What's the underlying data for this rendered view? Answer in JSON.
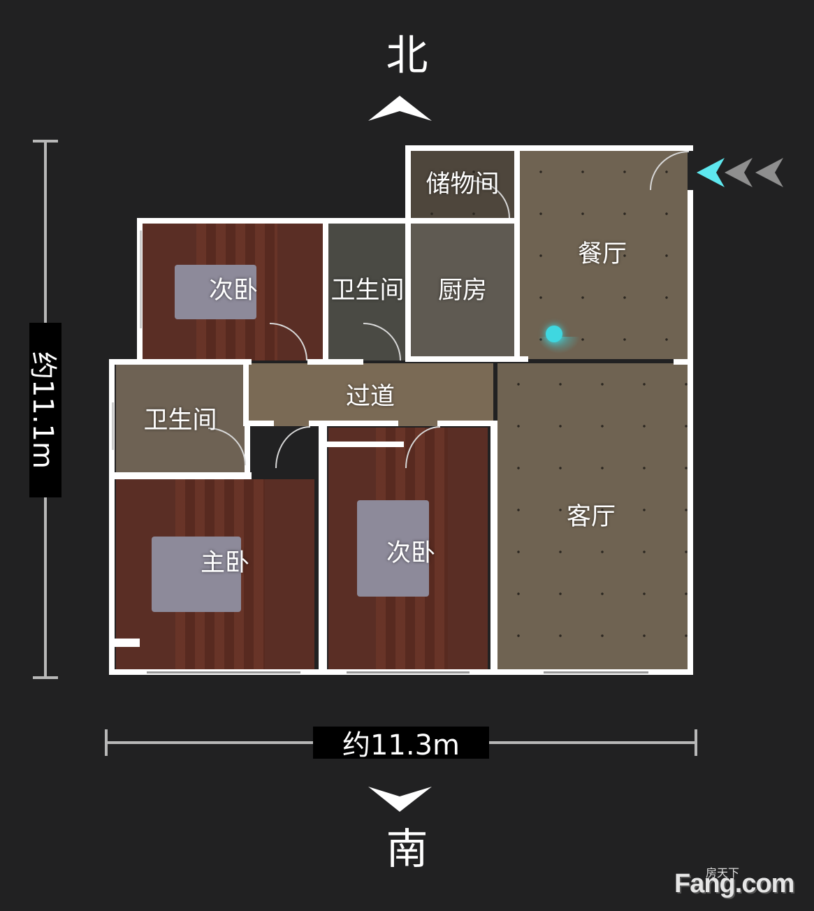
{
  "compass": {
    "north": "北",
    "south": "南"
  },
  "dimensions": {
    "height": "约11.1m",
    "width": "约11.3m"
  },
  "rooms": {
    "storage": "储物间",
    "dining": "餐厅",
    "second_bedroom_north": "次卧",
    "bathroom_north": "卫生间",
    "kitchen": "厨房",
    "hallway": "过道",
    "bathroom_west": "卫生间",
    "master_bedroom": "主卧",
    "second_bedroom_south": "次卧",
    "living": "客厅"
  },
  "watermark": {
    "site_cn": "房天下",
    "site_logo": "Fang.com"
  },
  "colors": {
    "walls": "#ffffff",
    "background": "#212122",
    "camera_marker": "#3fd7e0",
    "entrance_arrow": "#5ee8ef"
  }
}
